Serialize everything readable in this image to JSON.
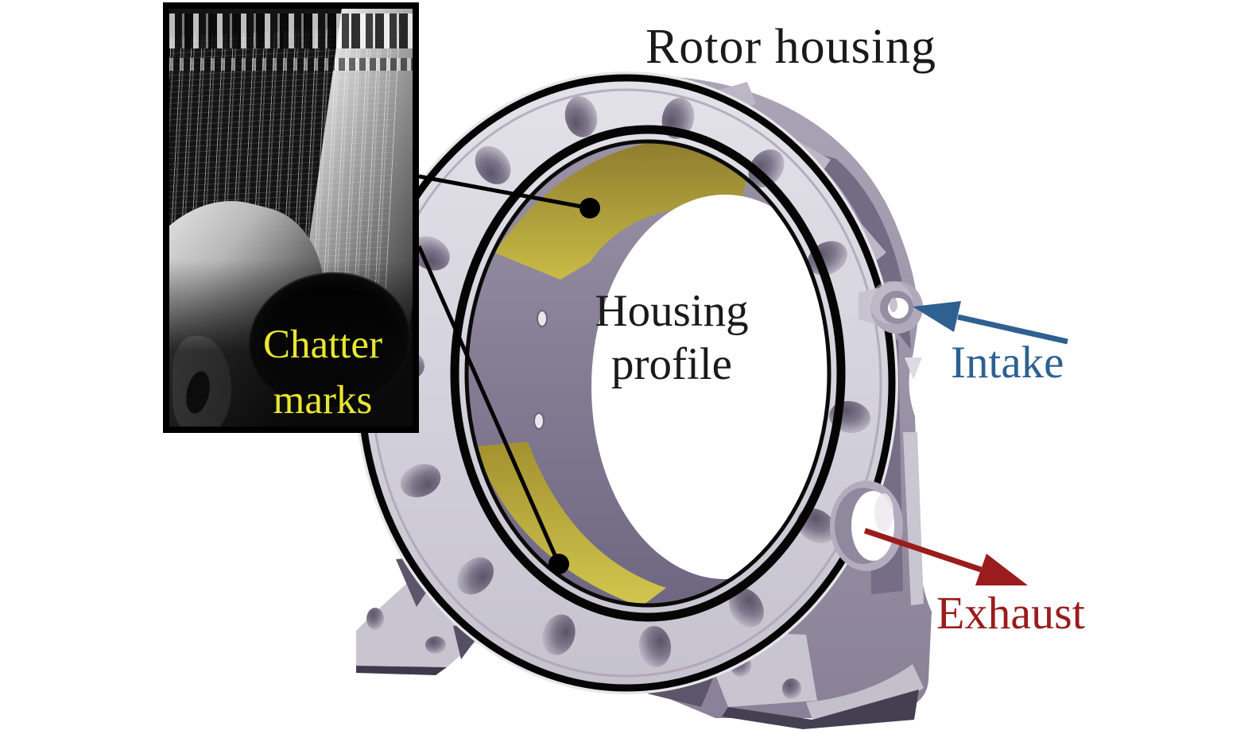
{
  "title": "Rotor housing",
  "labels": {
    "housing_profile_line1": "Housing",
    "housing_profile_line2": "profile",
    "intake": "Intake",
    "exhaust": "Exhaust"
  },
  "inset": {
    "caption_line1": "Chatter",
    "caption_line2": "marks"
  },
  "colors": {
    "intake_accent": "#2E6090",
    "exhaust_accent": "#9A1C1C",
    "chatter_caption": "#E8E632",
    "label_text": "#1A1A1A",
    "callout_black": "#000000",
    "wear_patch_yellow": "#C9BB47",
    "housing_metal_silver": "#D3D1DA",
    "housing_body_gray": "#9D95A9"
  }
}
